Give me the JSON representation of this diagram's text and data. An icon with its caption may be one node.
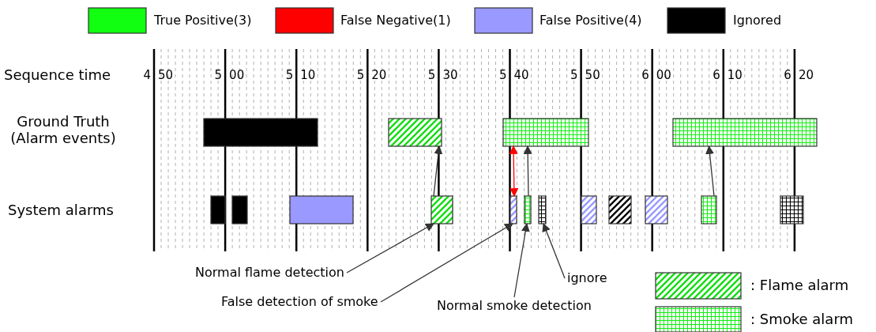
{
  "diagram": {
    "nodes": [
      {
        "text": [],
        "shape": "bar"
      },
      {
        "text": [],
        "shape": "bar"
      },
      {
        "text": [],
        "shape": "bar"
      },
      {
        "text": [],
        "shape": "bar"
      },
      {
        "text": [],
        "shape": "bar"
      },
      {
        "text": [],
        "shape": "bar"
      },
      {
        "text": [],
        "shape": "bar"
      },
      {
        "text": [],
        "shape": "bar"
      },
      {
        "text": [],
        "shape": "bar"
      },
      {
        "text": [],
        "shape": "bar"
      },
      {
        "text": [],
        "shape": "bar"
      },
      {
        "text": [],
        "shape": "bar"
      },
      {
        "text": [],
        "shape": "bar"
      },
      {
        "text": [],
        "shape": "bar"
      },
      {
        "text": [],
        "shape": "bar"
      },
      {
        "text": [],
        "shape": "bar"
      },
      {
        "text": [
          "Normal flame detection"
        ]
      },
      {
        "text": [
          "False detection of smoke"
        ]
      },
      {
        "text": [
          "Normal smoke detection"
        ]
      },
      {
        "text": [
          "ignore"
        ]
      }
    ],
    "edges": [
      {
        "from": 7,
        "to": 1,
        "arrow": "to"
      },
      {
        "from": 8,
        "to": 2,
        "arrow": "both",
        "color": "#ff0000"
      },
      {
        "from": 9,
        "to": 2,
        "arrow": "to"
      },
      {
        "from": 14,
        "to": 3,
        "arrow": "to"
      },
      {
        "from": 16,
        "to": 7,
        "arrow": "to"
      },
      {
        "from": 17,
        "to": 8,
        "arrow": "to"
      },
      {
        "from": 18,
        "to": 9,
        "arrow": "to"
      },
      {
        "from": 19,
        "to": 10,
        "arrow": "to"
      }
    ],
    "labels": [
      "Sequence time",
      "4",
      "50",
      "5",
      "00",
      "5",
      "10",
      "5",
      "20",
      "5",
      "30",
      "5",
      "40",
      "5",
      "50",
      "6",
      "00",
      "6",
      "10",
      "6",
      "20",
      "Ground Truth (Alarm events)",
      "System alarms"
    ],
    "legend": [
      {
        "text": "True Positive(3)",
        "color": "#11ff11"
      },
      {
        "text": "False Negative(1)",
        "color": "#ff0000"
      },
      {
        "text": "False Positive(4)",
        "color": "#9999ff"
      },
      {
        "text": "Ignored",
        "color": "#000000"
      },
      {
        "text": ": Flame alarm"
      },
      {
        "text": ": Smoke alarm"
      }
    ]
  }
}
